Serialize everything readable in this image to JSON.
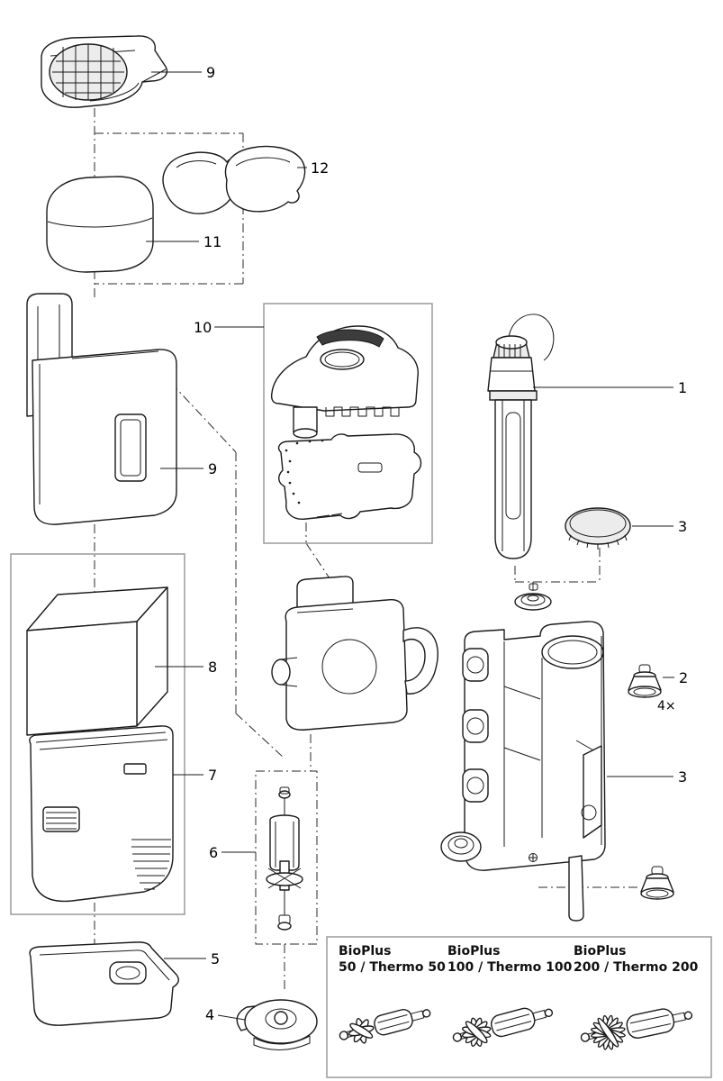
{
  "callouts": {
    "lid": "9",
    "foam_pads": "12",
    "foam_block": "11",
    "pump_head_box": "10",
    "heater": "1",
    "cap": "3",
    "housing": "9",
    "filter_foam": "8",
    "container": "7",
    "suction_cup": "2",
    "suction_cup_qty": "4×",
    "inner_housing": "3",
    "impeller": "6",
    "base_plate": "5",
    "pump_cover": "4"
  },
  "variants": [
    {
      "name": "BioPlus",
      "model": "50 / Thermo 50"
    },
    {
      "name": "BioPlus",
      "model": "100 / Thermo 100"
    },
    {
      "name": "BioPlus",
      "model": "200 / Thermo 200"
    }
  ]
}
